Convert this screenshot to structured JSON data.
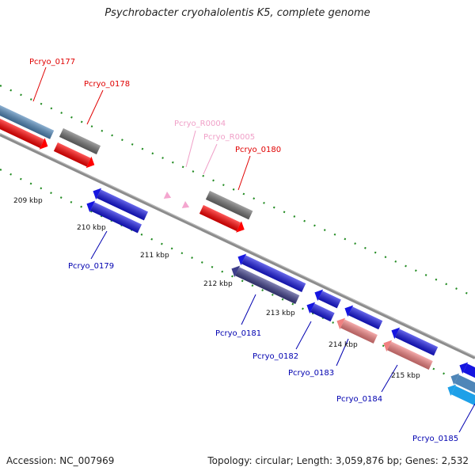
{
  "title": "Psychrobacter cryohalolentis K5, complete genome",
  "footer": {
    "accession": "Accession: NC_007969",
    "summary": "Topology: circular; Length: 3,059,876 bp; Genes: 2,532"
  },
  "colors": {
    "red_label": "#e00000",
    "blue_label": "#0000b0",
    "pink_label": "#f0a0c8",
    "backbone": "#8c8c8c",
    "tick": "#228b22"
  },
  "genes": [
    {
      "label": "Pcryo_0177",
      "strand": "forward",
      "color": "#4f86b8",
      "label_color": "red"
    },
    {
      "label": "Pcryo_0178",
      "strand": "forward",
      "color": "#707070",
      "label_color": "red"
    },
    {
      "label": "Pcryo_R0004",
      "strand": "forward",
      "color": "#f4a6cf",
      "label_color": "pink"
    },
    {
      "label": "Pcryo_R0005",
      "strand": "forward",
      "color": "#f4a6cf",
      "label_color": "pink"
    },
    {
      "label": "Pcryo_0180",
      "strand": "forward",
      "color": "#707070",
      "label_color": "red"
    },
    {
      "label": "Pcryo_0179",
      "strand": "reverse",
      "color": "#1515e0",
      "label_color": "blue"
    },
    {
      "label": "Pcryo_0181",
      "strand": "reverse",
      "color": "#1a1ae0",
      "label_color": "blue"
    },
    {
      "label": "Pcryo_0182",
      "strand": "reverse",
      "color": "#1515e0",
      "label_color": "blue"
    },
    {
      "label": "Pcryo_0183",
      "strand": "reverse",
      "color": "#1515e0",
      "label_color": "blue"
    },
    {
      "label": "Pcryo_0184",
      "strand": "reverse",
      "color": "#1515e0",
      "label_color": "blue"
    },
    {
      "label": "Pcryo_0185",
      "strand": "reverse",
      "color": "#1515e0",
      "label_color": "blue"
    }
  ],
  "ticks": [
    "209 kbp",
    "210 kbp",
    "211 kbp",
    "212 kbp",
    "213 kbp",
    "214 kbp",
    "215 kbp"
  ]
}
